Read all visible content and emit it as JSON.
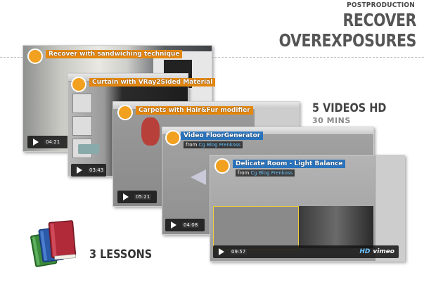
{
  "header": {
    "subtitle": "POSTPRODUCTION",
    "title": "RECOVER OVEREXPOSURES"
  },
  "info": {
    "videos": "5 VIDEOS HD",
    "duration": "30 MINS",
    "lessons": "3 LESSONS"
  },
  "videos": [
    {
      "title": "Recover with sandwiching technique",
      "time": "04:21"
    },
    {
      "title": "Curtain with VRay2Sided Material",
      "time": "03:43"
    },
    {
      "title": "Carpets with Hair&Fur modifier",
      "time": "05:21"
    },
    {
      "title": "Video FloorGenerator",
      "from_prefix": "from",
      "author": "Cg Blog Frenkoss",
      "time": "04:08"
    },
    {
      "title": "Delicate Room - Light Balance",
      "from_prefix": "from",
      "author": "Cg Blog Frenkoss",
      "time": "09:57",
      "hd": "HD",
      "vimeo": "vimeo"
    }
  ],
  "colors": {
    "label_orange": "#e4870f",
    "label_blue": "#1e6ebe",
    "books": [
      "#3a8a3a",
      "#2a5aa8",
      "#b02a3a"
    ]
  }
}
